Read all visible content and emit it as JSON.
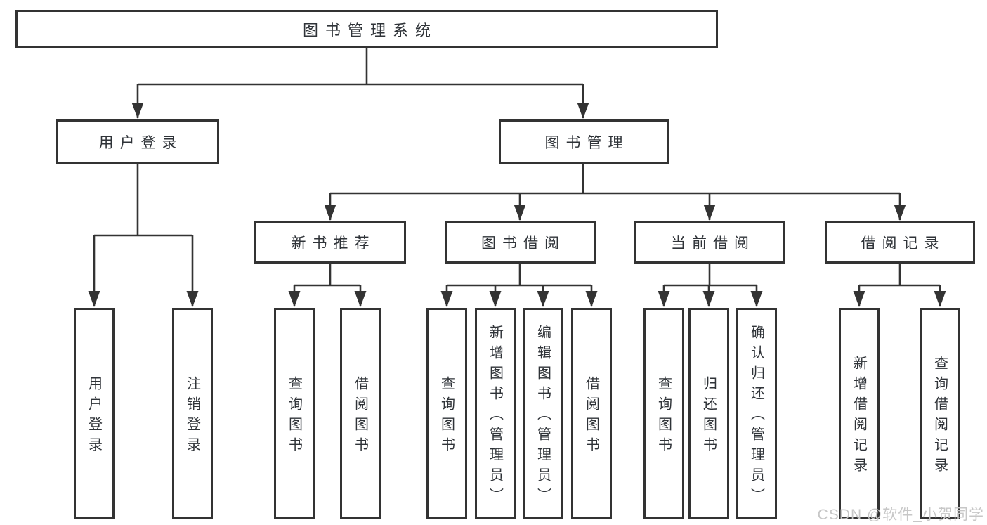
{
  "diagram": {
    "title": "图书管理系统",
    "root": {
      "label": "图书管理系统"
    },
    "level2": [
      {
        "label": "用户登录"
      },
      {
        "label": "图书管理"
      }
    ],
    "level3": [
      {
        "label": "新书推荐"
      },
      {
        "label": "图书借阅"
      },
      {
        "label": "当前借阅"
      },
      {
        "label": "借阅记录"
      }
    ],
    "leaves": {
      "user_login": [
        {
          "label": "用户登录"
        },
        {
          "label": "注销登录"
        }
      ],
      "new_book": [
        {
          "label": "查询图书"
        },
        {
          "label": "借阅图书"
        }
      ],
      "book_borrow": [
        {
          "label": "查询图书"
        },
        {
          "label": "新增图书（管理员）"
        },
        {
          "label": "编辑图书（管理员）"
        },
        {
          "label": "借阅图书"
        }
      ],
      "current_borrow": [
        {
          "label": "查询图书"
        },
        {
          "label": "归还图书"
        },
        {
          "label": "确认归还（管理员）"
        }
      ],
      "borrow_record": [
        {
          "label": "新增借阅记录"
        },
        {
          "label": "查询借阅记录"
        }
      ]
    }
  },
  "watermark": {
    "text": "CSDN @软件_小贺同学"
  },
  "colors": {
    "line": "#333333",
    "text": "#2f3338",
    "watermark": "#c7c7c7",
    "background": "#ffffff"
  }
}
